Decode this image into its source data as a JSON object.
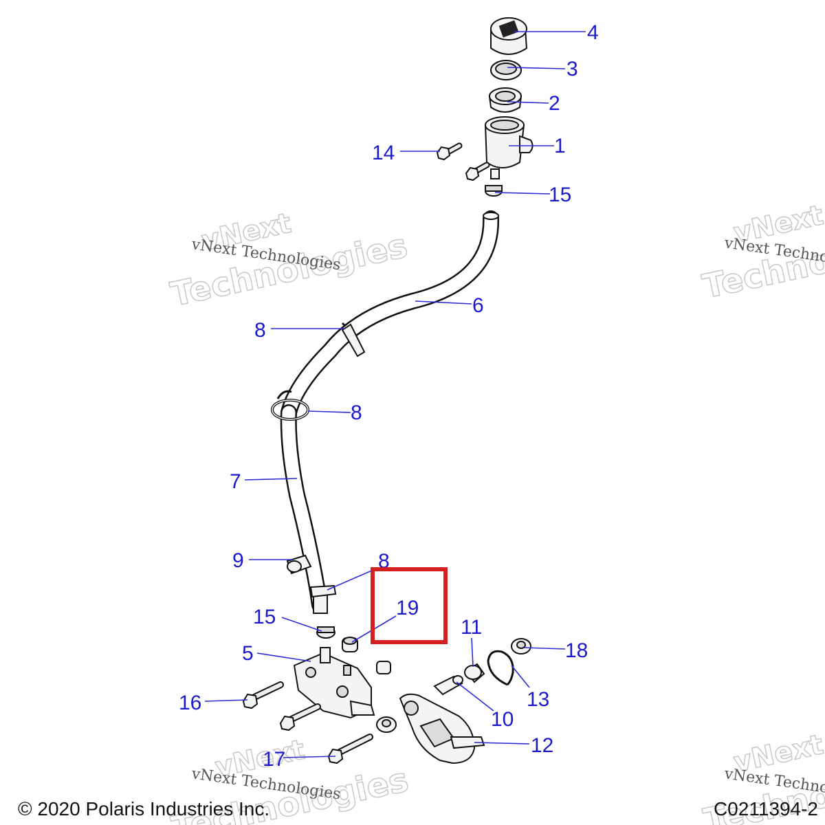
{
  "callouts": {
    "c1": "1",
    "c2": "2",
    "c3": "3",
    "c4": "4",
    "c5": "5",
    "c6": "6",
    "c7": "7",
    "c8a": "8",
    "c8b": "8",
    "c8c": "8",
    "c9": "9",
    "c10": "10",
    "c11": "11",
    "c12": "12",
    "c13": "13",
    "c14": "14",
    "c15a": "15",
    "c15b": "15",
    "c16": "16",
    "c17": "17",
    "c18": "18",
    "c19": "19"
  },
  "watermark": {
    "line": "vNext Technologies",
    "big_top": "vNext",
    "big_bottom": "Technologies"
  },
  "footer": {
    "copyright": "© 2020 Polaris Industries Inc.",
    "figure_id": "C0211394-2"
  },
  "colors": {
    "callout": "#1a1acc",
    "highlight": "#d42020"
  }
}
